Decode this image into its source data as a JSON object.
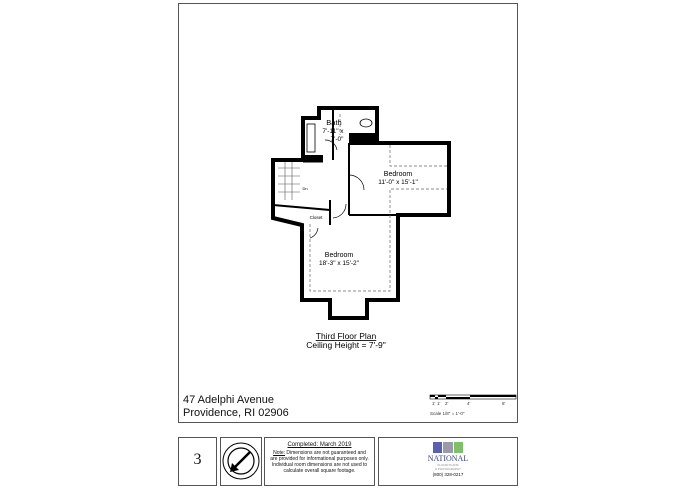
{
  "plan": {
    "rooms": [
      {
        "name": "Bath",
        "dims_line1": "7'-11\" x",
        "dims_line2": "7'-0\""
      },
      {
        "name": "Bedroom",
        "dims": "11'-0\" x 15'-1\""
      },
      {
        "name": "Bedroom",
        "dims": "18'-3\" x 15'-2\""
      }
    ],
    "closet_label": "Closet",
    "dn_label": "Dn",
    "title": "Third Floor Plan",
    "ceiling": "Ceiling Height = 7'-9\""
  },
  "address": {
    "line1": "47 Adelphi Avenue",
    "line2": "Providence, RI 02906"
  },
  "scale": {
    "ticks": [
      "1'",
      "1'",
      "2'",
      "4'",
      "8'"
    ],
    "label": "Scale  1/8\" = 1'-0\""
  },
  "footer": {
    "floor_number": "3",
    "completed": "Completed: March 2019",
    "note_label": "Note:",
    "note": "Dimensions are not guaranteed and are provided for informational purposes only. Individual room dimensions are not used to calculate overall square footage.",
    "logo_name": "NATIONAL",
    "logo_sub1": "FLOOR PLANS",
    "logo_sub2": "& PHOTOGRAPHY",
    "phone": "(800) 328-0217"
  },
  "icons": {
    "compass": "north-arrow-compass-icon"
  }
}
